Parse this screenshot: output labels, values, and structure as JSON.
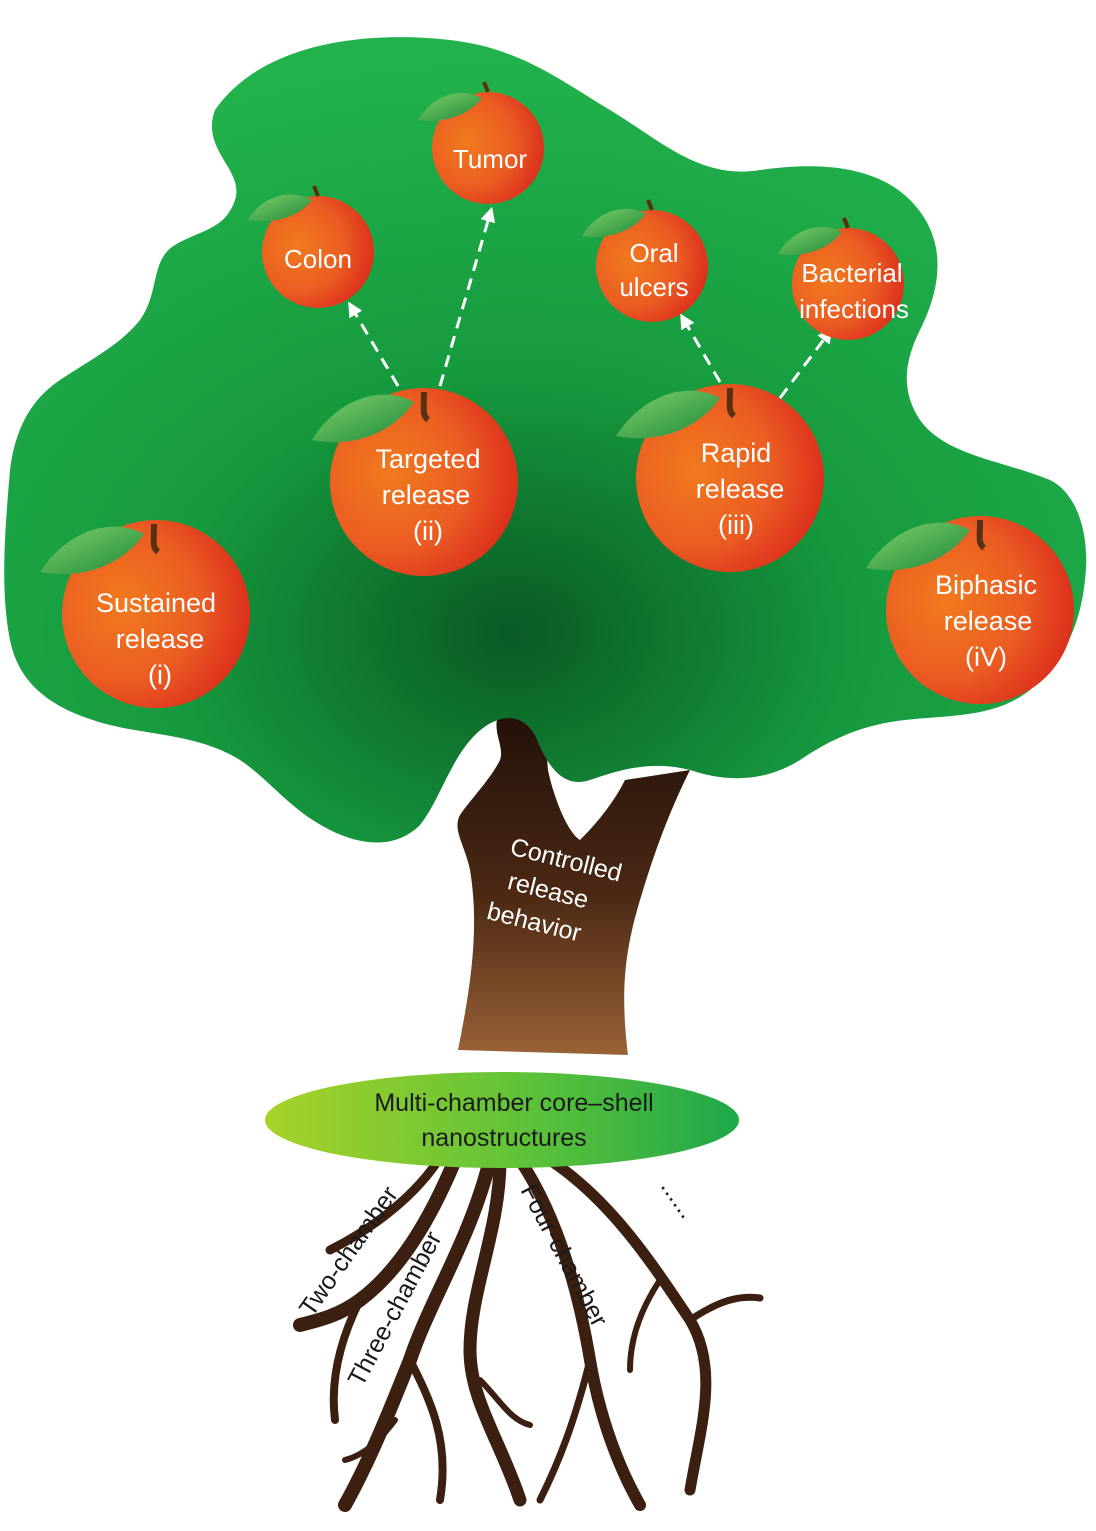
{
  "colors": {
    "canopy_light": "#22b24c",
    "canopy_dark": "#0a5a24",
    "apple_orange": "#f07a1e",
    "apple_red": "#d9261c",
    "trunk_dark": "#1e0e08",
    "trunk_light": "#9a6236",
    "root": "#3b1f10",
    "base_light": "#a8d229",
    "base_green": "#1ea84a",
    "arrow": "#ffffff"
  },
  "trunk": {
    "line1": "Controlled",
    "line2": "release",
    "line3": "behavior"
  },
  "base": {
    "line1": "Multi-chamber core–shell",
    "line2": "nanostructures"
  },
  "apples": {
    "sustained": {
      "line1": "Sustained",
      "line2": "release",
      "line3": "(i)"
    },
    "targeted": {
      "line1": "Targeted",
      "line2": "release",
      "line3": "(ii)"
    },
    "rapid": {
      "line1": "Rapid",
      "line2": "release",
      "line3": "(iii)"
    },
    "biphasic": {
      "line1": "Biphasic",
      "line2": "release",
      "line3": "(iV)"
    },
    "colon": {
      "line1": "Colon"
    },
    "tumor": {
      "line1": "Tumor"
    },
    "oral": {
      "line1": "Oral",
      "line2": "ulcers"
    },
    "bacterial": {
      "line1": "Bacterial",
      "line2": "infections"
    }
  },
  "roots": {
    "two": "Two-chamber",
    "three": "Three-chamber",
    "four": "Four-chamber",
    "more": "......"
  }
}
